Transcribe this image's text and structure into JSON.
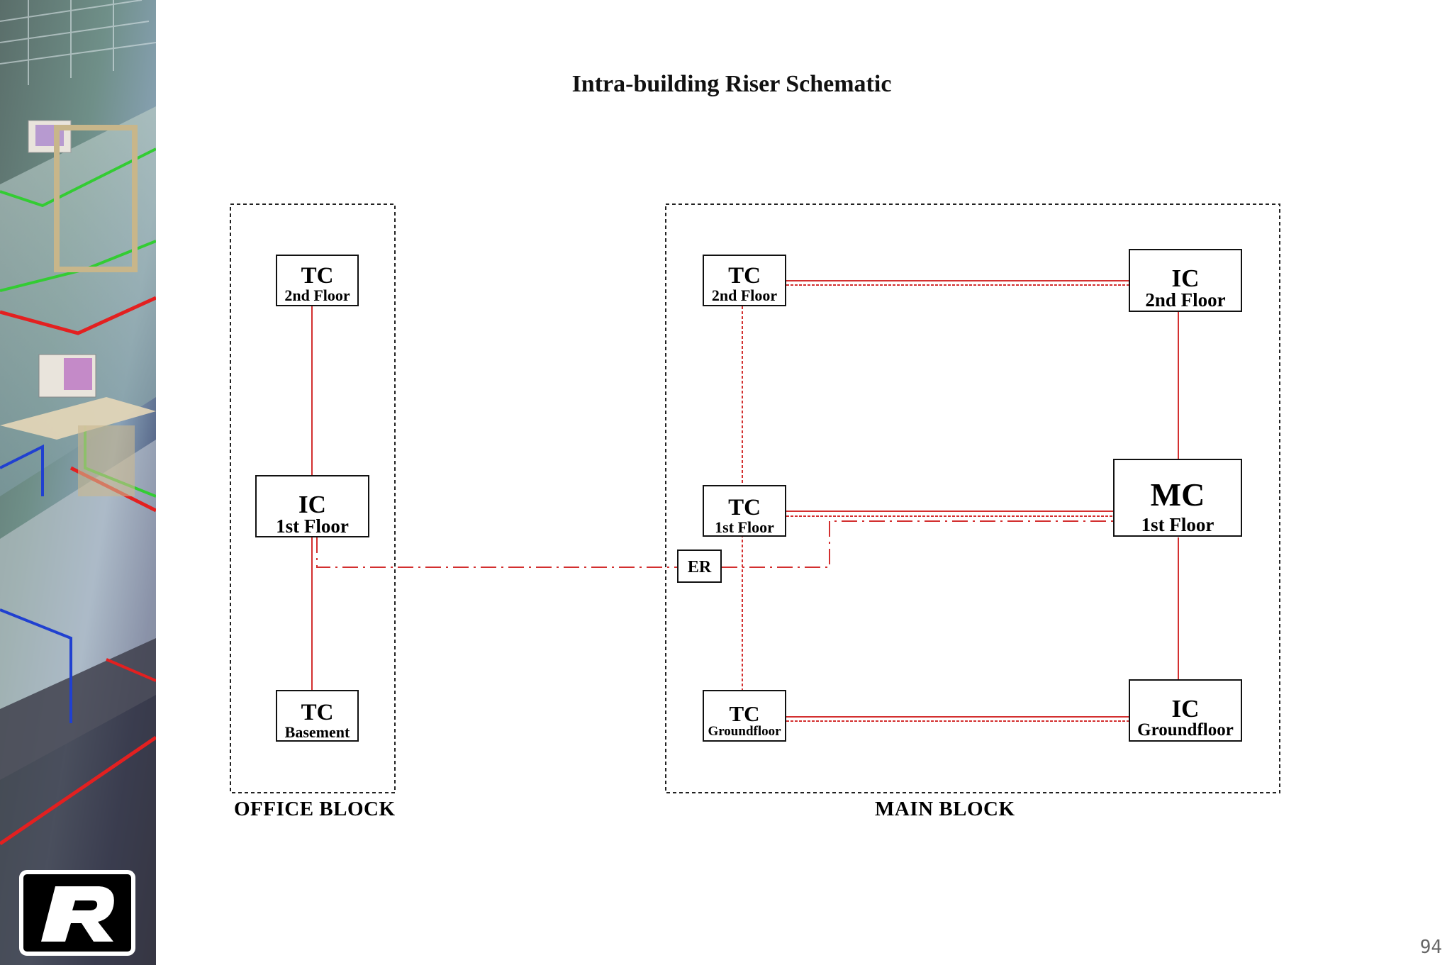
{
  "title": "Intra-building Riser Schematic",
  "page_number": "94",
  "colors": {
    "cable": "#d32f2f",
    "border": "#111111",
    "dashed_border": "#222222"
  },
  "office_block": {
    "label": "OFFICE BLOCK",
    "nodes": [
      {
        "type": "TC",
        "floor": "2nd Floor"
      },
      {
        "type": "IC",
        "floor": "1st Floor"
      },
      {
        "type": "TC",
        "floor": "Basement"
      }
    ]
  },
  "main_block": {
    "label": "MAIN BLOCK",
    "nodes": [
      {
        "type": "TC",
        "floor": "2nd Floor"
      },
      {
        "type": "IC",
        "floor": "2nd Floor"
      },
      {
        "type": "TC",
        "floor": "1st Floor"
      },
      {
        "type": "MC",
        "floor": "1st Floor"
      },
      {
        "type": "TC",
        "floor": "Groundfloor"
      },
      {
        "type": "IC",
        "floor": "Groundfloor"
      }
    ]
  },
  "er": {
    "label": "ER"
  },
  "sidebar": {
    "logo_icon": "r-logo-icon",
    "illustration": "office-cabling-illustration"
  }
}
